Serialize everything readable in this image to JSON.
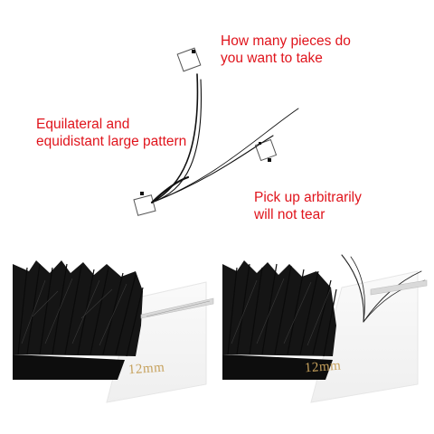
{
  "callouts": {
    "pieces": [
      "How many pieces do",
      "you want to take"
    ],
    "pattern": [
      "Equilateral and",
      "equidistant large pattern"
    ],
    "tear": [
      "Pick up arbitrarily",
      "will not tear"
    ]
  },
  "strips": {
    "left_size": "12mm",
    "right_size": "12mm"
  },
  "colors": {
    "callout_red": "#e0141c",
    "lash_black": "#111111",
    "gold_text": "#c6a15c"
  }
}
